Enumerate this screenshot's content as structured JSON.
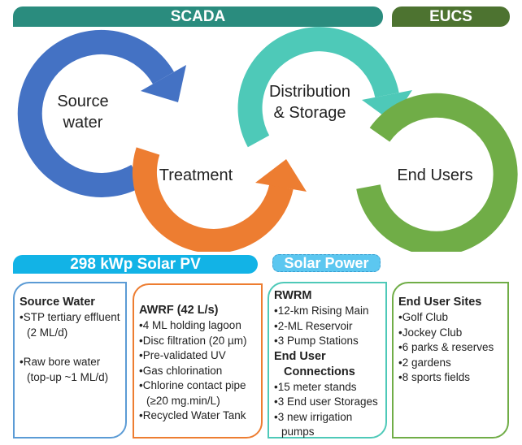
{
  "top_bars": {
    "scada": "SCADA",
    "eucs": "EUCS"
  },
  "stages": [
    {
      "label_line1": "Source",
      "label_line2": "water",
      "color": "#4472c4"
    },
    {
      "label_line1": "Treatment",
      "color": "#ed7d31"
    },
    {
      "label_line1": "Distribution",
      "label_line2": "& Storage",
      "color": "#4ec9b8"
    },
    {
      "label_line1": "End Users",
      "color": "#70ad47"
    }
  ],
  "solar": {
    "pv": "298 kWp Solar PV",
    "power": "Solar Power"
  },
  "boxes": {
    "source": {
      "title": "Source Water",
      "items": [
        "STP tertiary effluent (2 ML/d)",
        "Raw bore water (top-up ~1 ML/d)"
      ]
    },
    "awrf": {
      "title": "AWRF (42 L/s)",
      "items": [
        "4 ML holding lagoon",
        "Disc filtration (20 µm)",
        "Pre-validated UV",
        "Gas chlorination",
        "Chlorine contact pipe (≥20 mg.min/L)",
        "Recycled Water Tank"
      ]
    },
    "rwrm": {
      "title": "RWRM",
      "items": [
        "12-km Rising Main",
        "2-ML Reservoir",
        "3 Pump Stations"
      ],
      "title2": "End User Connections",
      "items2": [
        "15 meter stands",
        "3 End user Storages",
        "3 new irrigation pumps"
      ]
    },
    "enduser": {
      "title": "End User Sites",
      "items": [
        "Golf Club",
        "Jockey Club",
        "6 parks & reserves",
        "2 gardens",
        "8 sports fields"
      ]
    }
  }
}
